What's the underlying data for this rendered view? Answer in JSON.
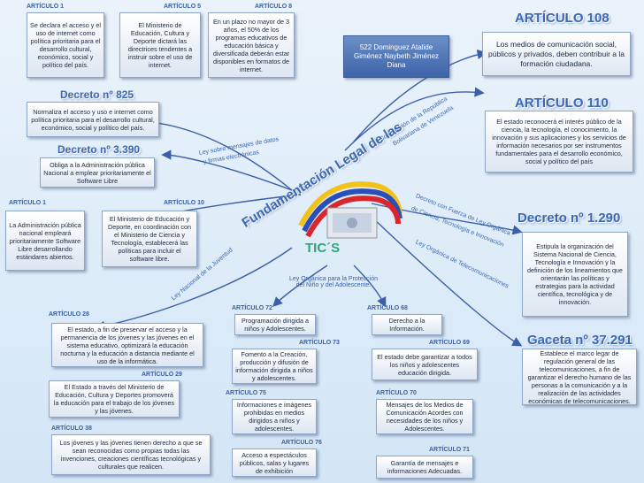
{
  "center": {
    "title": "Fundamentación Legal de las",
    "tics": "TIC´S",
    "law_note": "Ley Orgánica para la Protección del Niño y del Adolescente."
  },
  "authors": "522 Dominguez Atalide Giménez Naybeth Jiménez Diana",
  "labels": {
    "art1a": "ARTÍCULO 1",
    "art5": "ARTÍCULO 5",
    "art8": "ARTÍCULO 8",
    "art108": "ARTÍCULO 108",
    "art110": "ARTÍCULO 110",
    "dec825": "Decreto nº 825",
    "dec3390": "Decreto nº 3.390",
    "art1b": "ARTÍCULO 1",
    "art10": "ARTÍCULO 10",
    "dec1290": "Decreto nº 1.290",
    "art28": "ARTÍCULO 28",
    "art29": "ARTÍCULO 29",
    "art38": "ARTÍCULO 38",
    "art72": "ARTÍCULO 72",
    "art73": "ARTÍCULO 73",
    "art75": "ARTÍCULO 75",
    "art76": "ARTÍCULO 76",
    "art68": "ARTÍCULO 68",
    "art69": "ARTÍCULO 69",
    "art70": "ARTÍCULO 70",
    "art71": "ARTÍCULO 71",
    "gaceta": "Gaceta nº 37.291"
  },
  "branches": {
    "ley_datos": "Ley sobre mensajes de datos",
    "firmas": "y firmas electrónicas",
    "constitucion": "Constitución de la República",
    "bolivariana": "Bolivariana de Venezuela",
    "decreto_fuerza": "Decreto con Fuerza de Ley Orgánica",
    "ciencia": "de Ciencia, Tecnología e Innovación",
    "telecom": "Ley Orgánica de Telecomunicaciones",
    "juventud": "Ley Nacional de la Juventud"
  },
  "boxes": {
    "art1a": "Se declara el acceso y el uso de internet como política prioritaria para el desarrollo cultural, económico, social y político del país.",
    "art5": "El Ministerio de Educación, Cultura y Deporte dictará las directrices tendentes a instruir sobre el uso de internet.",
    "art8": "En un plazo no mayor de 3 años, el 50% de los programas educativos de educación básica y diversificada deberán estar disponibles en formatos de internet.",
    "art108": "Los medios de comunicación social, públicos y privados, deben contribuir a la formación ciudadana.",
    "art110": "El estado reconocerá el interés público de la ciencia, la tecnología, el conocimiento, la innovación y sus aplicaciones y los servicios de información necesarios por ser instrumentos fundamentales para el desarrollo económico, social y político del país",
    "dec825": "Normaliza el acceso y uso e internet como política prioritaria para el desarrollo cultural, económico, social y político del país.",
    "dec3390": "Obliga a la Administración pública Nacional a emplear prioritariamente el Software Libre",
    "art1b": "La Administración pública nacional empleará prioritariamente Software Libre desarrollando estándares abiertos.",
    "art10": "El Ministerio de Educación y Deporte, en coordinación con el Ministerio de Ciencia y Tecnología, establecerá las políticas para incluir el software libre.",
    "dec1290": "Estipula la organización del Sistema Nacional de Ciencia, Tecnología e Innovación y la definición de los lineamientos que orientarán las políticas y estrategias para la actividad científica, tecnológica y de innovación.",
    "art28": "El estado, a fin de preservar el acceso y la permanencia de los jóvenes y las jóvenes en el sistema educativo, optimizará la educación nocturna y la educación a distancia mediante el uso de la informática.",
    "art29": "El Estado a través del Ministerio de Educación, Cultura y Deportes promoverá la educación para el trabajo de los jóvenes y las jóvenes.",
    "art38": "Los jóvenes y las jóvenes tienen derecho a que se sean reconocidas como propias todas las invenciones, creaciones científicas tecnológicas y culturales que realicen.",
    "art72": "Programación dirigida a niños y Adolescentes.",
    "art73": "Fomento a la Creación, producción y difusión de información dirigida a niños y adolescentes.",
    "art75": "Informaciones e imágenes prohibidas en medios dirigidos a niños y adolescentes.",
    "art76": "Acceso a espectáculos públicos, salas y lugares de exhibición",
    "art68": "Derecho a la Información.",
    "art69": "El estado debe garantizar a todos los niños y adolescentes educación dirigida.",
    "art70": "Mensajes de los Medios de Comunicación Acordes con necesidades de los niños y Adolescentes.",
    "art71": "Garantía de mensajes e informaciones Adecuadas.",
    "gaceta": "Establece el marco legar de regulación general de las telecomunicaciones, a fin de garantizar el derecho humano de las personas a la comunicación y a la realización de las actividades económicas de telecomunicaciones."
  }
}
